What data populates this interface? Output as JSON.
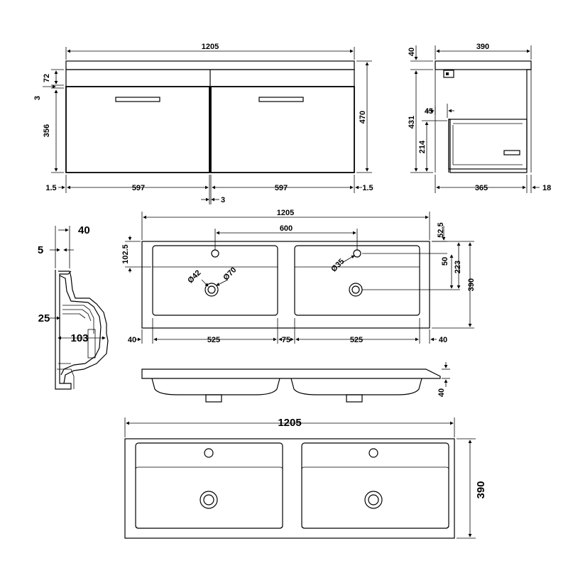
{
  "front_view": {
    "width": "1205",
    "top_height": "72",
    "gap": "3",
    "drawer_height": "356",
    "total_height": "470",
    "side_margin_left": "1.5",
    "drawer_width_left": "597",
    "drawer_width_right": "597",
    "side_margin_right": "1.5",
    "center_gap": "3"
  },
  "side_view": {
    "depth": "390",
    "top_height": "40",
    "handle_offset": "45",
    "body_height": "431",
    "drawer_height": "214",
    "inner_depth": "365",
    "back_gap": "18"
  },
  "basin_top_view": {
    "width": "1205",
    "tap_spacing": "600",
    "tap_offset": "52.5",
    "front_lip": "102.5",
    "overflow_dia": "Ø35",
    "waste_dia": "Ø42",
    "waste_outer_dia": "Ø70",
    "tap_to_waste": "50",
    "waste_depth": "223",
    "depth": "390",
    "edge_left": "40",
    "bowl_left": "525",
    "bowl_gap": "75",
    "bowl_right": "525",
    "edge_right": "40"
  },
  "basin_section": {
    "top_thickness": "40",
    "lip": "5",
    "wall": "25",
    "bowl_depth": "103"
  },
  "basin_front_view": {
    "height": "40"
  },
  "basin_plan_view": {
    "width": "1205",
    "depth": "390"
  }
}
